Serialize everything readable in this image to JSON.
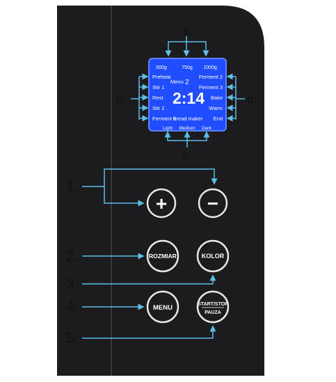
{
  "callouts": {
    "a": "a.",
    "b": "b.",
    "c": "c.",
    "d": "d.",
    "n1": "1.",
    "n2": "2.",
    "n3": "3.",
    "n4": "4.",
    "n5": "5."
  },
  "display": {
    "weights": [
      "500g",
      "750g",
      "1000g"
    ],
    "left_programs": [
      "Preheat",
      "Stir  1",
      "Rest",
      "Stir  2",
      "Ferment 1"
    ],
    "right_programs": [
      "Ferment 2",
      "Ferment 3",
      "Bake",
      "Warm",
      "End"
    ],
    "menu_label": "Menu",
    "menu_number": "2",
    "time": "2:14",
    "mode_label": "Bread maker",
    "crust": [
      "Light",
      "Medium",
      "Dark"
    ]
  },
  "buttons": {
    "plus": "+",
    "minus": "−",
    "size": "ROZMIAR",
    "color": "KOLOR",
    "menu": "MENU",
    "start_stop_line1": "START/STOP",
    "start_stop_line2": "PAUZA"
  },
  "colors": {
    "panel": "#1c1c1e",
    "lcd_blue": "#1f4dff",
    "arrow": "#5bbfe8",
    "button_ring": "#e8e8e8"
  }
}
